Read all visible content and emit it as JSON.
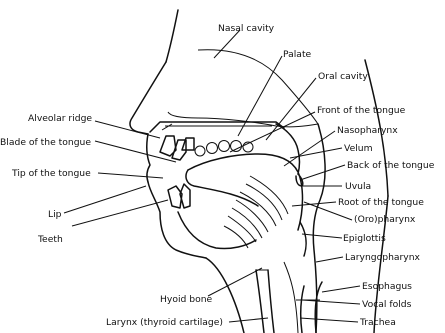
{
  "labels": {
    "nasal_cavity": "Nasal cavity",
    "palate": "Palate",
    "oral_cavity": "Oral cavity",
    "alveolar_ridge": "Alveolar ridge",
    "front_of_tongue": "Front of the tongue",
    "blade_of_tongue": "Blade of the tongue",
    "nasopharynx": "Nasopharynx",
    "velum": "Velum",
    "back_of_tongue": "Back of the tongue",
    "tip_of_tongue": "Tip of the tongue",
    "uvula": "Uvula",
    "root_of_tongue": "Root of the tongue",
    "lip": "Lip",
    "oropharynx": "(Oro)pharynx",
    "teeth": "Teeth",
    "epiglottis": "Epiglottis",
    "laryngopharynx": "Laryngopharynx",
    "esophagus": "Esophagus",
    "hyoid_bone": "Hyoid bone",
    "vocal_folds": "Vocal folds",
    "larynx": "Larynx (thyroid cartilage)",
    "trachea": "Trachea"
  }
}
